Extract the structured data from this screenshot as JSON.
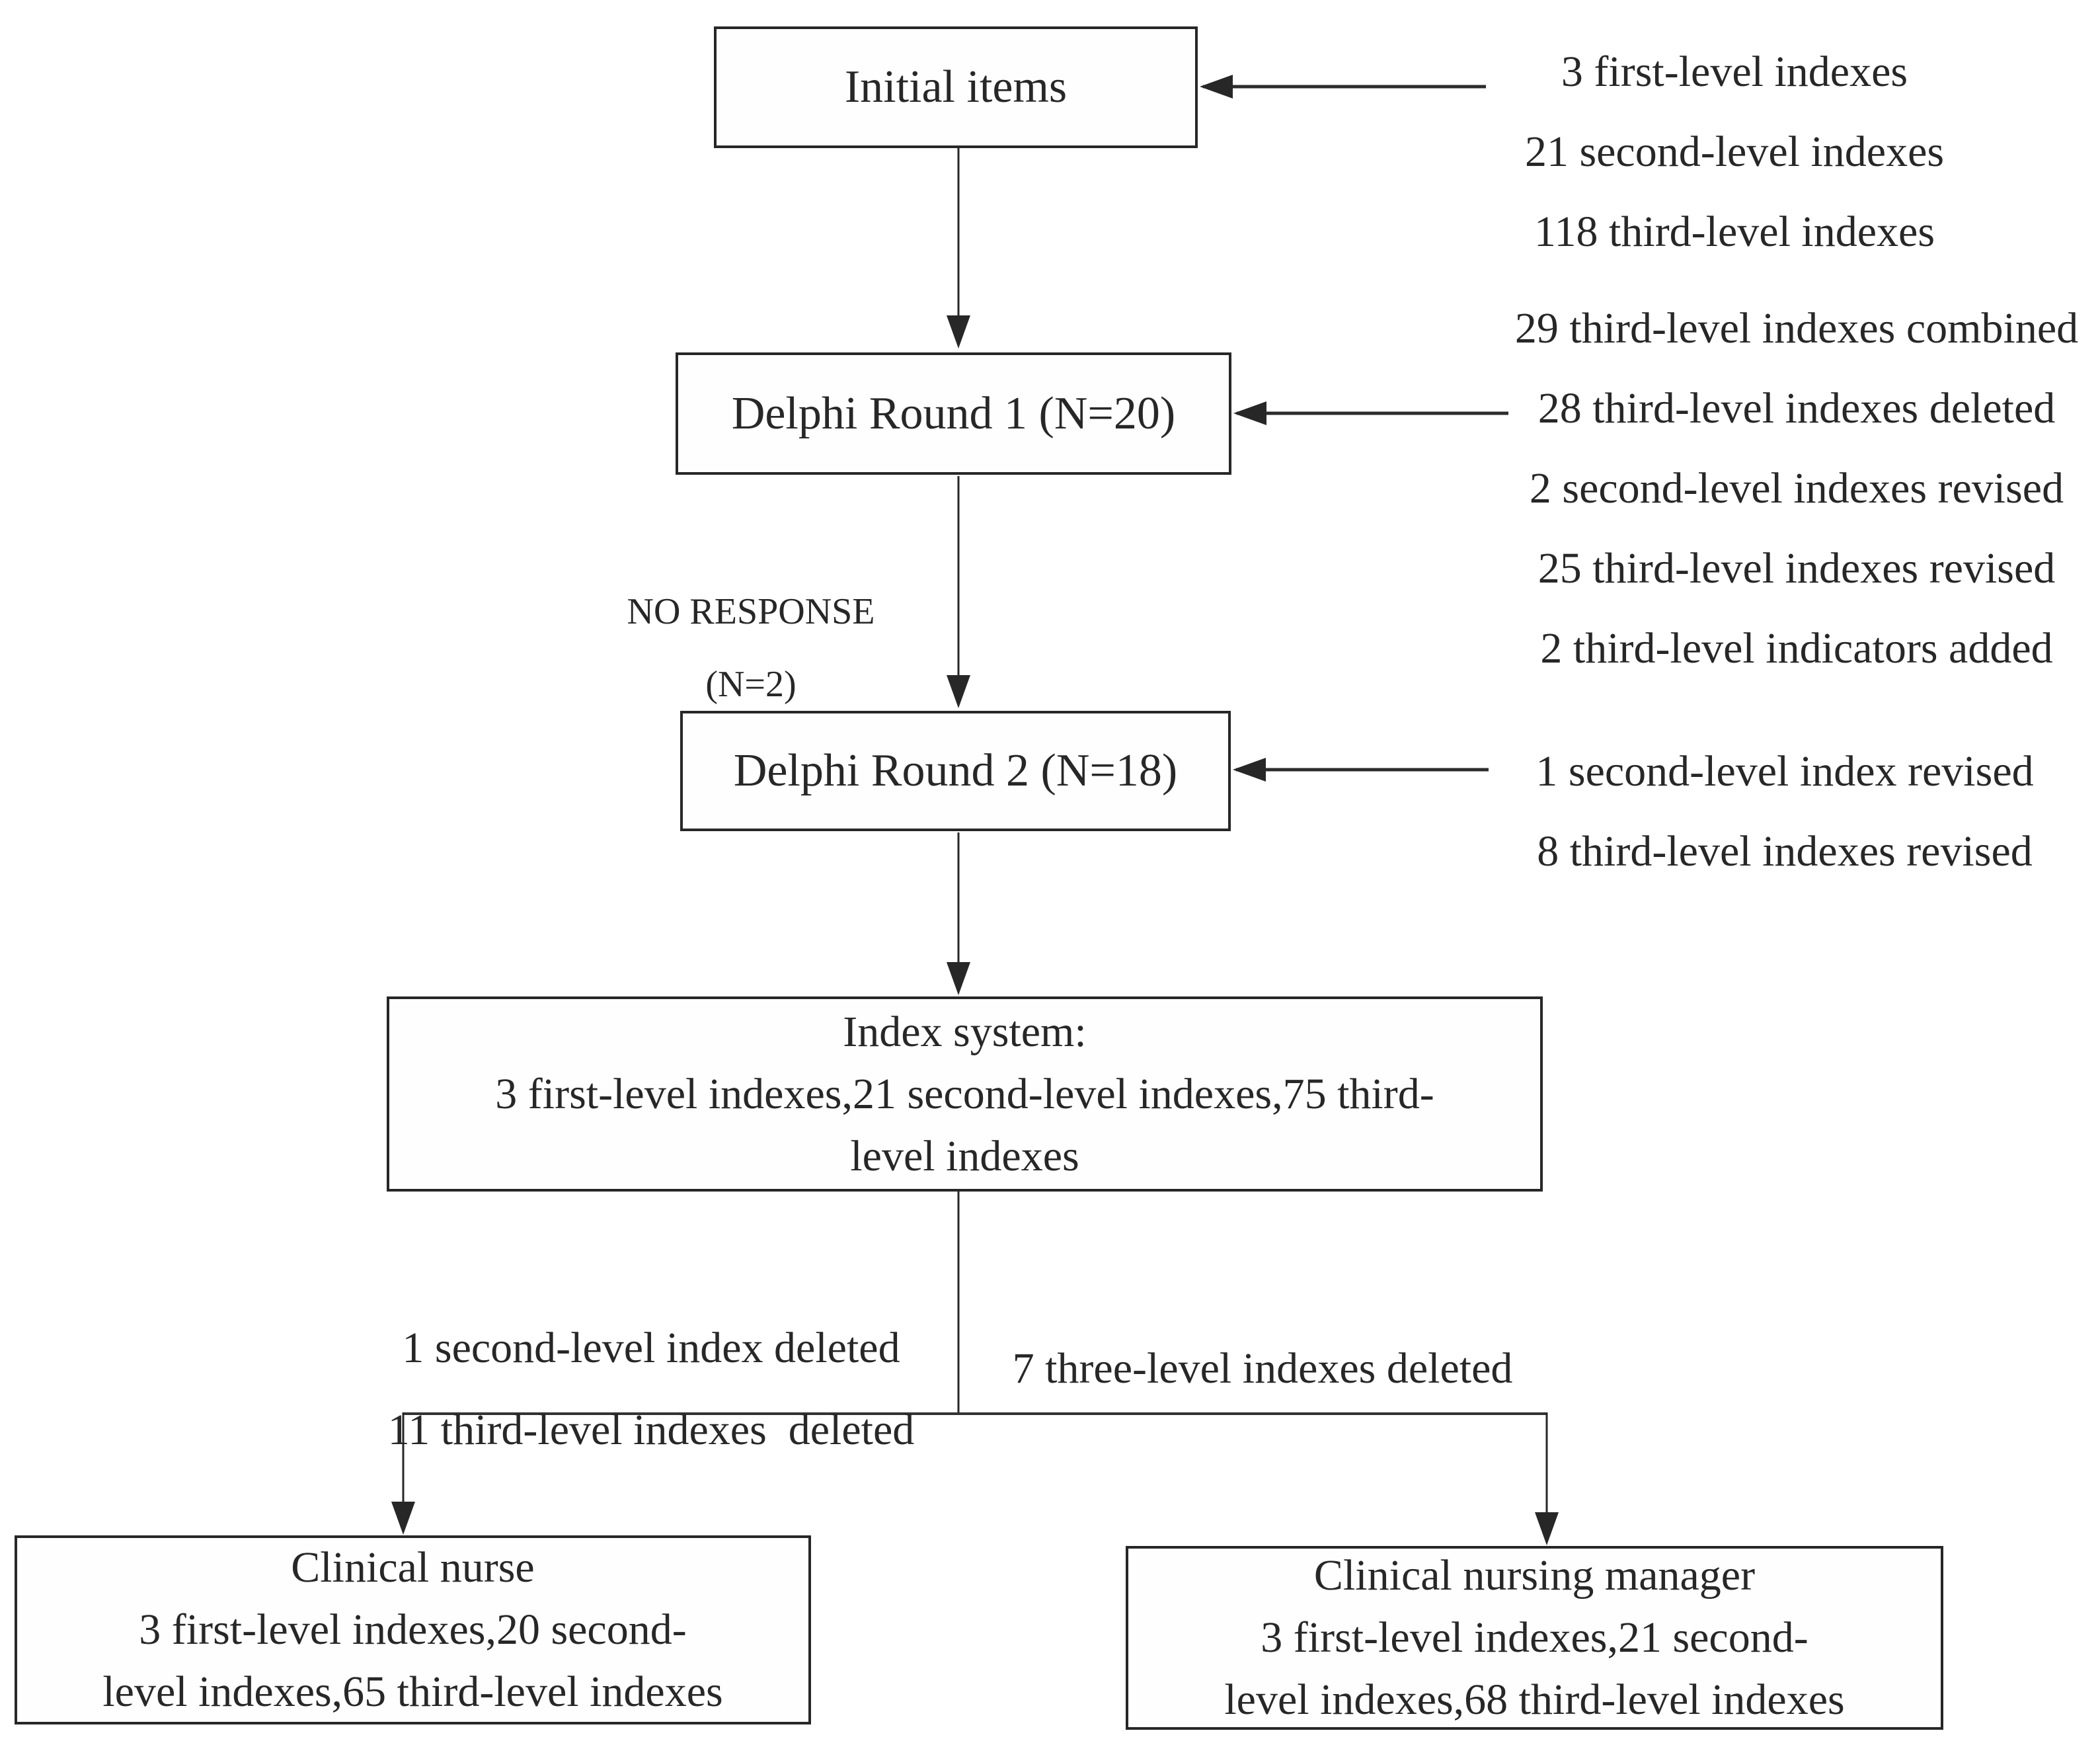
{
  "diagram": {
    "title": "Delphi index system development flowchart",
    "colors": {
      "ink": "#272727",
      "background": "#ffffff"
    },
    "boxes": {
      "initial": {
        "label": "Initial items"
      },
      "round1": {
        "label": "Delphi Round 1 (N=20)"
      },
      "round2": {
        "label": "Delphi Round 2 (N=18)"
      },
      "index_system": {
        "lines": [
          "Index system:",
          "3 first-level indexes,21 second-level indexes,75 third-",
          "level indexes"
        ]
      },
      "clinical_nurse": {
        "lines": [
          "Clinical nurse",
          "3 first-level indexes,20 second-",
          "level indexes,65 third-level indexes"
        ]
      },
      "clinical_nursing_manager": {
        "lines": [
          "Clinical nursing manager",
          "3 first-level indexes,21 second-",
          "level indexes,68 third-level indexes"
        ]
      }
    },
    "annotations": {
      "initial_input": {
        "lines": [
          "3 first-level indexes",
          "21 second-level indexes",
          "118 third-level indexes"
        ]
      },
      "round1_changes": {
        "lines": [
          "29 third-level indexes combined",
          "28 third-level indexes deleted",
          "2 second-level indexes revised",
          "25 third-level indexes revised",
          "2 third-level indicators added"
        ]
      },
      "no_response": {
        "lines": [
          "NO RESPONSE",
          "(N=2)"
        ]
      },
      "round2_changes": {
        "lines": [
          "1 second-level index revised",
          "8 third-level indexes revised"
        ]
      },
      "nurse_branch": {
        "lines": [
          "1 second-level index deleted",
          "11 third-level indexes  deleted"
        ]
      },
      "manager_branch": {
        "lines": [
          "7 three-level indexes deleted"
        ]
      }
    }
  }
}
